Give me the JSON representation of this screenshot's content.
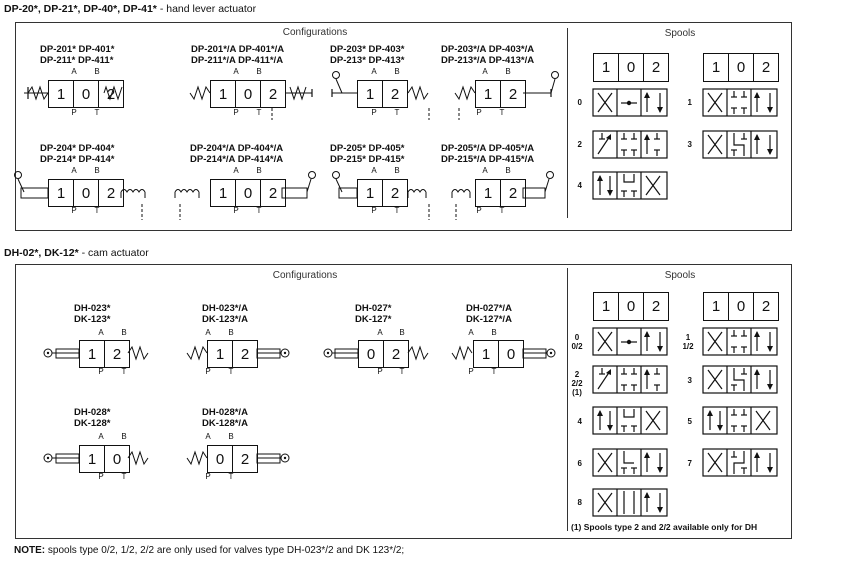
{
  "section1": {
    "heading_bold": "DP-20*, DP-21*, DP-40*, DP-41*",
    "heading_rest": " - hand lever actuator",
    "configurations_title": "Configurations",
    "spools_title": "Spools",
    "configs": [
      {
        "line1": "DP-201*   DP-401*",
        "line2": "DP-211*   DP-411*",
        "cells": [
          "1",
          "0",
          "2"
        ]
      },
      {
        "line1": "DP-201*/A   DP-401*/A",
        "line2": "DP-211*/A   DP-411*/A",
        "cells": [
          "1",
          "0",
          "2"
        ]
      },
      {
        "line1": "DP-203*   DP-403*",
        "line2": "DP-213*   DP-413*",
        "cells": [
          "1",
          "2"
        ]
      },
      {
        "line1": "DP-203*/A   DP-403*/A",
        "line2": "DP-213*/A   DP-413*/A",
        "cells": [
          "1",
          "2"
        ]
      },
      {
        "line1": "DP-204*   DP-404*",
        "line2": "DP-214*   DP-414*",
        "cells": [
          "1",
          "0",
          "2"
        ]
      },
      {
        "line1": "DP-204*/A   DP-404*/A",
        "line2": "DP-214*/A   DP-414*/A",
        "cells": [
          "1",
          "0",
          "2"
        ]
      },
      {
        "line1": "DP-205*   DP-405*",
        "line2": "DP-215*   DP-415*",
        "cells": [
          "1",
          "2"
        ]
      },
      {
        "line1": "DP-205*/A   DP-405*/A",
        "line2": "DP-215*/A   DP-415*/A",
        "cells": [
          "1",
          "2"
        ]
      }
    ],
    "spool_headers": [
      [
        "1",
        "0",
        "2"
      ],
      [
        "1",
        "0",
        "2"
      ]
    ],
    "spools": [
      {
        "num": "0"
      },
      {
        "num": "1"
      },
      {
        "num": "2"
      },
      {
        "num": "3"
      },
      {
        "num": "4"
      }
    ]
  },
  "section2": {
    "heading_bold": "DH-02*, DK-12*",
    "heading_rest": " - cam actuator",
    "configurations_title": "Configurations",
    "spools_title": "Spools",
    "configs": [
      {
        "line1": "DH-023*",
        "line2": "DK-123*",
        "cells": [
          "1",
          "2"
        ]
      },
      {
        "line1": "DH-023*/A",
        "line2": "DK-123*/A",
        "cells": [
          "1",
          "2"
        ]
      },
      {
        "line1": "DH-027*",
        "line2": "DK-127*",
        "cells": [
          "0",
          "2"
        ]
      },
      {
        "line1": "DH-027*/A",
        "line2": "DK-127*/A",
        "cells": [
          "1",
          "0"
        ]
      },
      {
        "line1": "DH-028*",
        "line2": "DK-128*",
        "cells": [
          "1",
          "0"
        ]
      },
      {
        "line1": "DH-028*/A",
        "line2": "DK-128*/A",
        "cells": [
          "0",
          "2"
        ]
      }
    ],
    "spool_headers": [
      [
        "1",
        "0",
        "2"
      ],
      [
        "1",
        "0",
        "2"
      ]
    ],
    "spools": [
      {
        "num": "0",
        "sub": "0/2"
      },
      {
        "num": "1",
        "sub": "1/2"
      },
      {
        "num": "2",
        "sub": "2/2",
        "sub2": "(1)"
      },
      {
        "num": "3"
      },
      {
        "num": "4"
      },
      {
        "num": "5"
      },
      {
        "num": "6"
      },
      {
        "num": "7"
      },
      {
        "num": "8"
      }
    ],
    "footnote": "(1) Spools type 2 and 2/2 available only for DH"
  },
  "ports": {
    "a": "A",
    "b": "B",
    "p": "P",
    "t": "T"
  },
  "note": {
    "bold": "NOTE:",
    "text": " spools type 0/2, 1/2, 2/2 are only used for valves type DH-023*/2 and DK 123*/2;"
  }
}
